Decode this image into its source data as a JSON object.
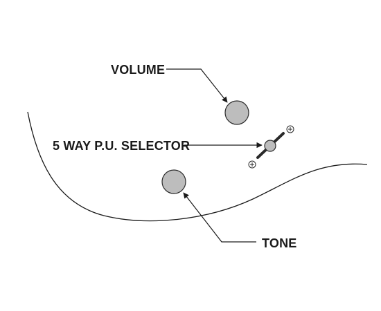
{
  "labels": {
    "volume": "VOLUME",
    "selector": "5 WAY P.U. SELECTOR",
    "tone": "TONE"
  },
  "colors": {
    "line": "#1a1a1a",
    "knob_fill": "#bdbdbd",
    "knob_stroke": "#2a2a2a"
  },
  "icons": {
    "screw": "plus-screw-icon",
    "knob": "knob-icon",
    "switch": "switch-lever-icon"
  }
}
